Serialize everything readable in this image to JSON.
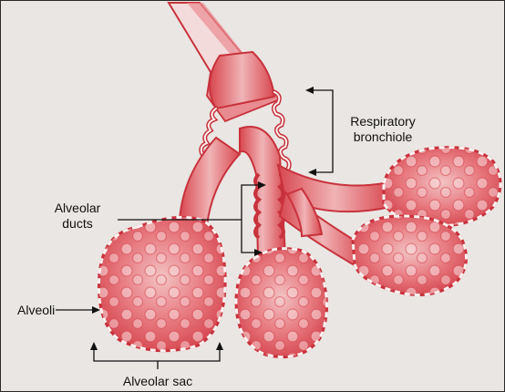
{
  "labels": {
    "respiratory_bronchiole": [
      "Respiratory",
      "bronchiole"
    ],
    "alveolar_ducts": [
      "Alveolar",
      "ducts"
    ],
    "alveoli": "Alveoli",
    "alveolar_sac": "Alveolar sac"
  },
  "colors": {
    "background": "#e9e6e3",
    "tissue_outline": "#c8323c",
    "tissue_fill": "#e3606a",
    "tissue_light": "#f6d4d4",
    "wall_white": "#fbf1f0",
    "leader_line": "#111111"
  }
}
